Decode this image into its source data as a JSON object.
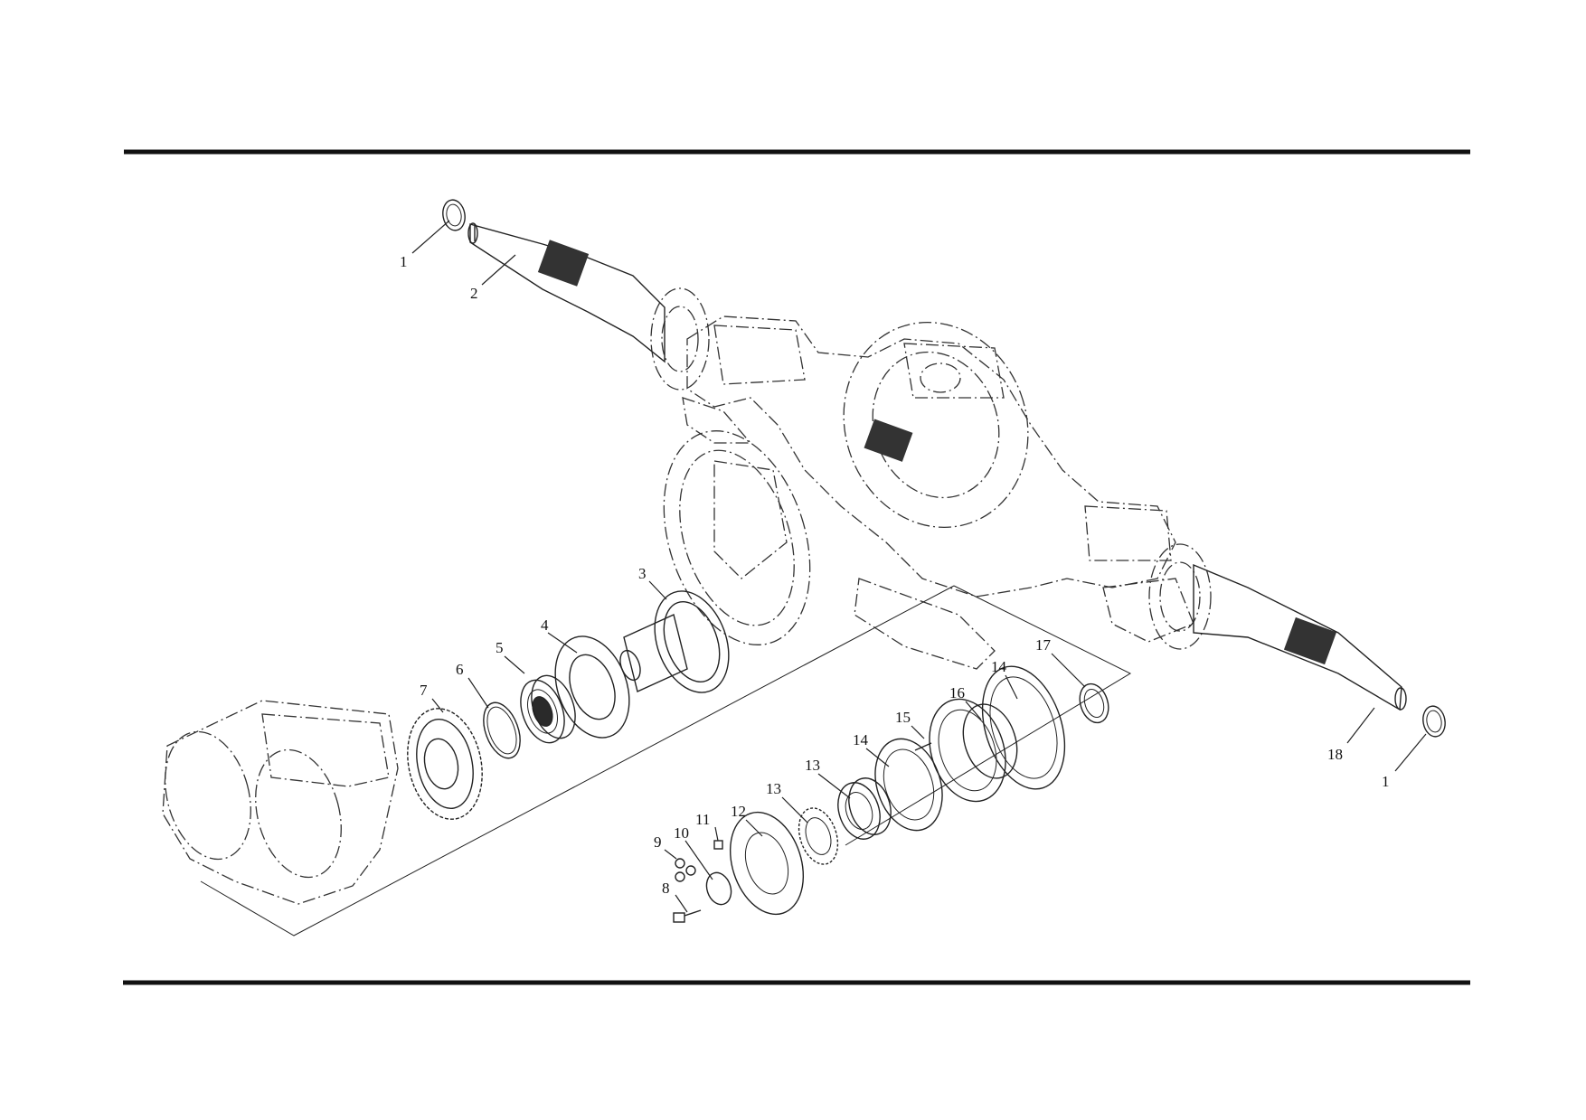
{
  "diagram": {
    "callouts": [
      {
        "id": "c1a",
        "text": "1"
      },
      {
        "id": "c2",
        "text": "2"
      },
      {
        "id": "c3",
        "text": "3"
      },
      {
        "id": "c4",
        "text": "4"
      },
      {
        "id": "c5",
        "text": "5"
      },
      {
        "id": "c6",
        "text": "6"
      },
      {
        "id": "c7",
        "text": "7"
      },
      {
        "id": "c8",
        "text": "8"
      },
      {
        "id": "c9",
        "text": "9"
      },
      {
        "id": "c10",
        "text": "10"
      },
      {
        "id": "c11",
        "text": "11"
      },
      {
        "id": "c12",
        "text": "12"
      },
      {
        "id": "c13a",
        "text": "13"
      },
      {
        "id": "c13b",
        "text": "13"
      },
      {
        "id": "c14a",
        "text": "14"
      },
      {
        "id": "c14b",
        "text": "14"
      },
      {
        "id": "c15",
        "text": "15"
      },
      {
        "id": "c16",
        "text": "16"
      },
      {
        "id": "c17",
        "text": "17"
      },
      {
        "id": "c18",
        "text": "18"
      },
      {
        "id": "c1b",
        "text": "1"
      }
    ]
  },
  "colors": {
    "line": "#222222",
    "background": "#ffffff"
  }
}
